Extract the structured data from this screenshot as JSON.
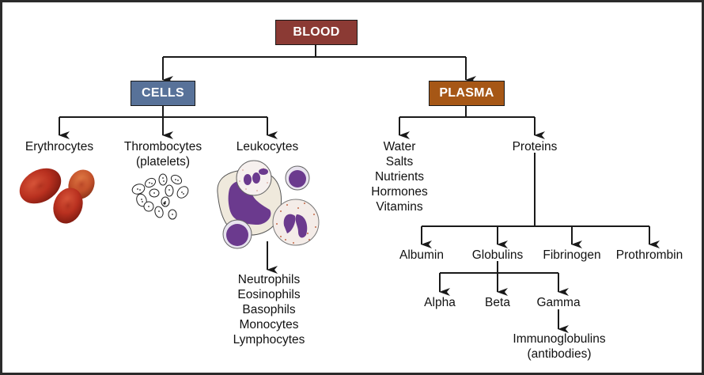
{
  "title": "Blood composition diagram",
  "colors": {
    "blood": "#8b3a34",
    "cells": "#587299",
    "plasma": "#a65716",
    "line": "#1a1a1a"
  },
  "root": {
    "label": "BLOOD"
  },
  "cells": {
    "label": "CELLS",
    "children": {
      "erythrocytes": {
        "label": "Erythrocytes",
        "icon": "red-blood-cells-illustration"
      },
      "thrombocytes": {
        "label": "Thrombocytes",
        "sublabel": "(platelets)",
        "icon": "platelets-illustration"
      },
      "leukocytes": {
        "label": "Leukocytes",
        "icon": "white-blood-cells-illustration",
        "types": [
          "Neutrophils",
          "Eosinophils",
          "Basophils",
          "Monocytes",
          "Lymphocytes"
        ]
      }
    }
  },
  "plasma": {
    "label": "PLASMA",
    "components": [
      "Water",
      "Salts",
      "Nutrients",
      "Hormones",
      "Vitamins"
    ],
    "proteins": {
      "label": "Proteins",
      "children": {
        "albumin": "Albumin",
        "globulins": {
          "label": "Globulins",
          "types": {
            "alpha": "Alpha",
            "beta": "Beta",
            "gamma": {
              "label": "Gamma",
              "child": {
                "label": "Immunoglobulins",
                "sublabel": "(antibodies)"
              }
            }
          }
        },
        "fibrinogen": "Fibrinogen",
        "prothrombin": "Prothrombin"
      }
    }
  }
}
